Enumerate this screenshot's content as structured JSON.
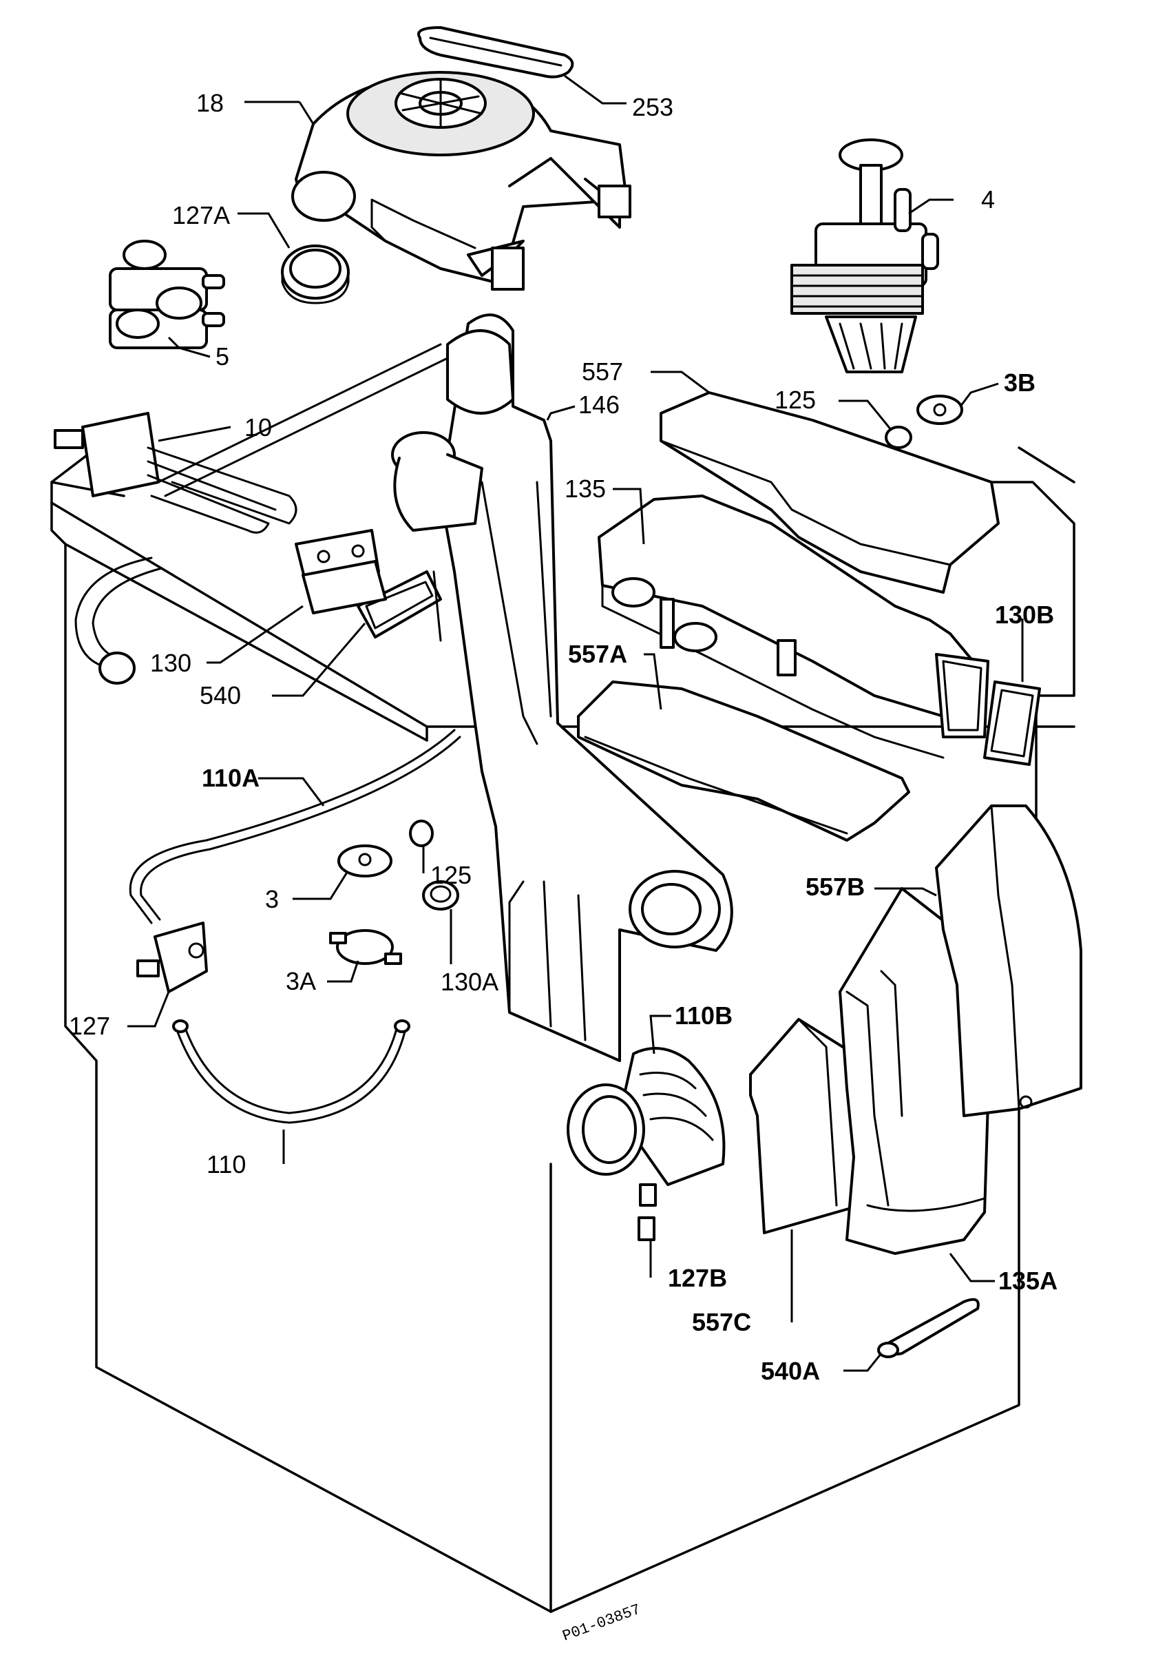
{
  "labels": {
    "l18": "18",
    "l253": "253",
    "l127A": "127A",
    "l4": "4",
    "l5": "5",
    "l557": "557",
    "l125top": "125",
    "l3B": "3B",
    "l146": "146",
    "l10": "10",
    "l135": "135",
    "l130B": "130B",
    "l130": "130",
    "l557A": "557A",
    "l540": "540",
    "l110A": "110A",
    "l125": "125",
    "l3": "3",
    "l557B": "557B",
    "l3A": "3A",
    "l130A": "130A",
    "l127": "127",
    "l110B": "110B",
    "l110": "110",
    "l127B": "127B",
    "l135A": "135A",
    "l557C": "557C",
    "l540A": "540A"
  },
  "drawing_code": "P01-03857"
}
